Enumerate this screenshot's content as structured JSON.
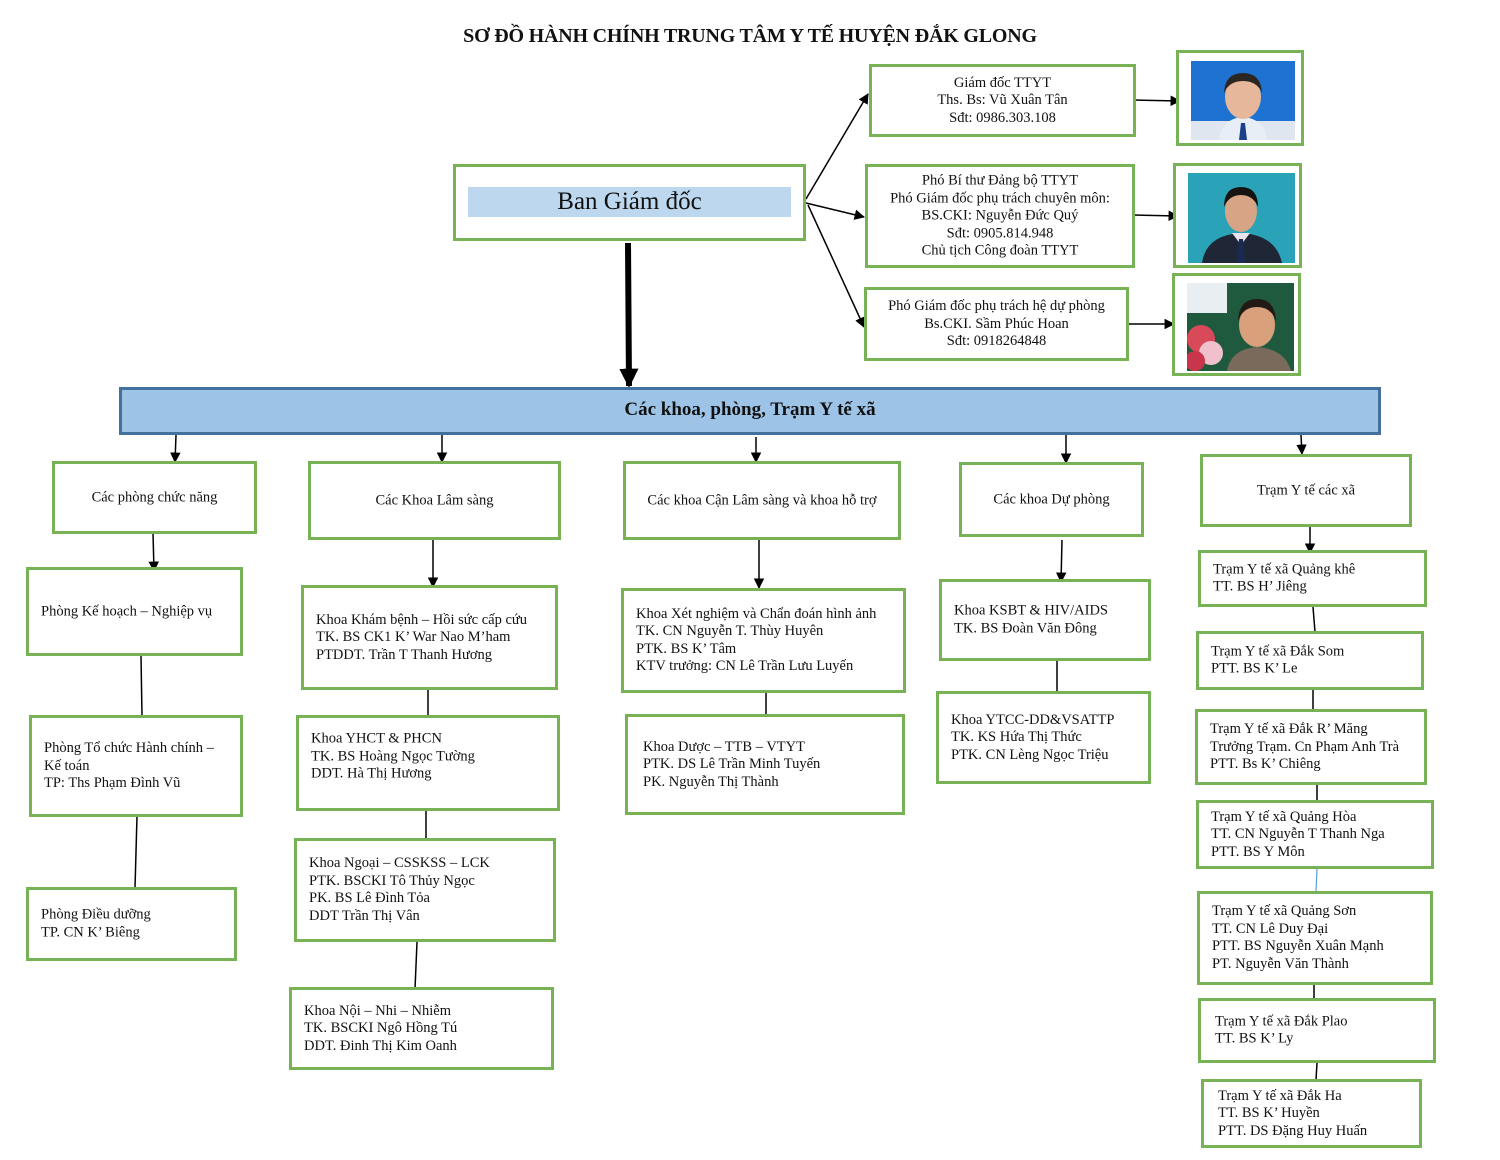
{
  "title": "SƠ ĐỒ HÀNH CHÍNH TRUNG TÂM Y TẾ HUYỆN ĐẮK GLONG",
  "board": {
    "label": "Ban Giám đốc"
  },
  "leaders": [
    {
      "lines": [
        "Giám đốc TTYT",
        "Ths. Bs: Vũ Xuân Tân",
        "Sđt: 0986.303.108"
      ],
      "photo_icon": "portrait-photo-blue-background"
    },
    {
      "lines": [
        "Phó Bí thư Đảng bộ TTYT",
        "Phó Giám đốc phụ trách chuyên môn:",
        "BS.CKI: Nguyễn Đức Quý",
        "Sđt: 0905.814.948",
        "Chủ tịch Công đoàn TTYT"
      ],
      "photo_icon": "portrait-photo-blue-background"
    },
    {
      "lines": [
        "Phó Giám đốc phụ trách hệ dự phòng",
        "Bs.CKI. Sầm Phúc Hoan",
        "Sđt: 0918264848"
      ],
      "photo_icon": "portrait-photo-flowers-background"
    }
  ],
  "departments_bar": {
    "label": "Các khoa, phòng, Trạm Y tế xã"
  },
  "columns": [
    {
      "header": "Các phòng chức năng",
      "units": [
        {
          "lines": [
            "Phòng Kế hoạch – Nghiệp vụ"
          ]
        },
        {
          "lines": [
            "Phòng Tổ chức Hành chính –",
            "Kế toán",
            "TP: Ths Phạm Đình Vũ"
          ]
        },
        {
          "lines": [
            "Phòng Điều dưỡng",
            "TP. CN K’ Biêng"
          ]
        }
      ]
    },
    {
      "header": "Các Khoa Lâm sàng",
      "units": [
        {
          "lines": [
            "Khoa Khám bệnh – Hồi sức cấp cứu",
            "TK. BS CK1 K’ War Nao M’ham",
            "PTDDT. Trần T Thanh Hương"
          ]
        },
        {
          "lines": [
            "Khoa YHCT & PHCN",
            "TK. BS Hoàng Ngọc Tường",
            "DDT. Hà Thị Hương"
          ]
        },
        {
          "lines": [
            "Khoa Ngoại – CSSKSS – LCK",
            "PTK. BSCKI Tô Thủy Ngọc",
            "PK. BS Lê Đình Tỏa",
            "DDT Trần Thị Vân"
          ]
        },
        {
          "lines": [
            "Khoa Nội – Nhi – Nhiễm",
            "TK. BSCKI Ngô Hồng Tú",
            "DDT. Đinh Thị Kim Oanh"
          ]
        }
      ]
    },
    {
      "header": "Các khoa Cận Lâm sàng và khoa hỗ trợ",
      "units": [
        {
          "lines": [
            "Khoa Xét nghiệm và Chẩn đoán hình ảnh",
            "TK. CN Nguyễn T. Thùy Huyên",
            "PTK. BS K’ Tâm",
            "KTV trưởng: CN Lê Trần Lưu Luyến"
          ]
        },
        {
          "lines": [
            "Khoa Dược – TTB – VTYT",
            "PTK. DS Lê Trần Minh Tuyến",
            "PK. Nguyễn Thị Thành"
          ]
        }
      ]
    },
    {
      "header": "Các khoa Dự phòng",
      "units": [
        {
          "lines": [
            "Khoa KSBT & HIV/AIDS",
            "TK. BS Đoàn Văn Đông"
          ]
        },
        {
          "lines": [
            "Khoa YTCC-DD&VSATTP",
            "TK. KS Hứa Thị Thức",
            "PTK. CN Lèng Ngọc Triệu"
          ]
        }
      ]
    },
    {
      "header": "Trạm Y tế các xã",
      "units": [
        {
          "lines": [
            "Trạm Y tế xã Quảng khê",
            "TT. BS H’ Jiêng"
          ]
        },
        {
          "lines": [
            "Trạm Y tế xã Đắk Som",
            "PTT. BS K’ Le"
          ]
        },
        {
          "lines": [
            "Trạm Y tế xã Đắk R’ Măng",
            "Trưởng Trạm. Cn Phạm Anh Trà",
            "PTT. Bs K’ Chiêng"
          ]
        },
        {
          "lines": [
            "Trạm Y tế xã Quảng Hòa",
            "TT. CN Nguyễn T Thanh Nga",
            "PTT. BS Y Môn"
          ]
        },
        {
          "lines": [
            "Trạm Y tế xã Quảng Sơn",
            "TT. CN Lê Duy Đại",
            "PTT. BS Nguyễn Xuân Mạnh",
            "PT. Nguyễn Văn Thành"
          ]
        },
        {
          "lines": [
            "Trạm Y tế xã Đắk Plao",
            "TT. BS K’ Ly"
          ]
        },
        {
          "lines": [
            "Trạm Y tế xã Đắk Ha",
            "TT. BS K’ Huyền",
            "PTT. DS Đặng Huy Huấn"
          ]
        }
      ]
    }
  ],
  "colors": {
    "box_border": "#77b255",
    "bar_fill": "#9dc3e6",
    "bar_border": "#41719c",
    "board_label_fill": "#bdd7ee",
    "connector": "#000000"
  }
}
